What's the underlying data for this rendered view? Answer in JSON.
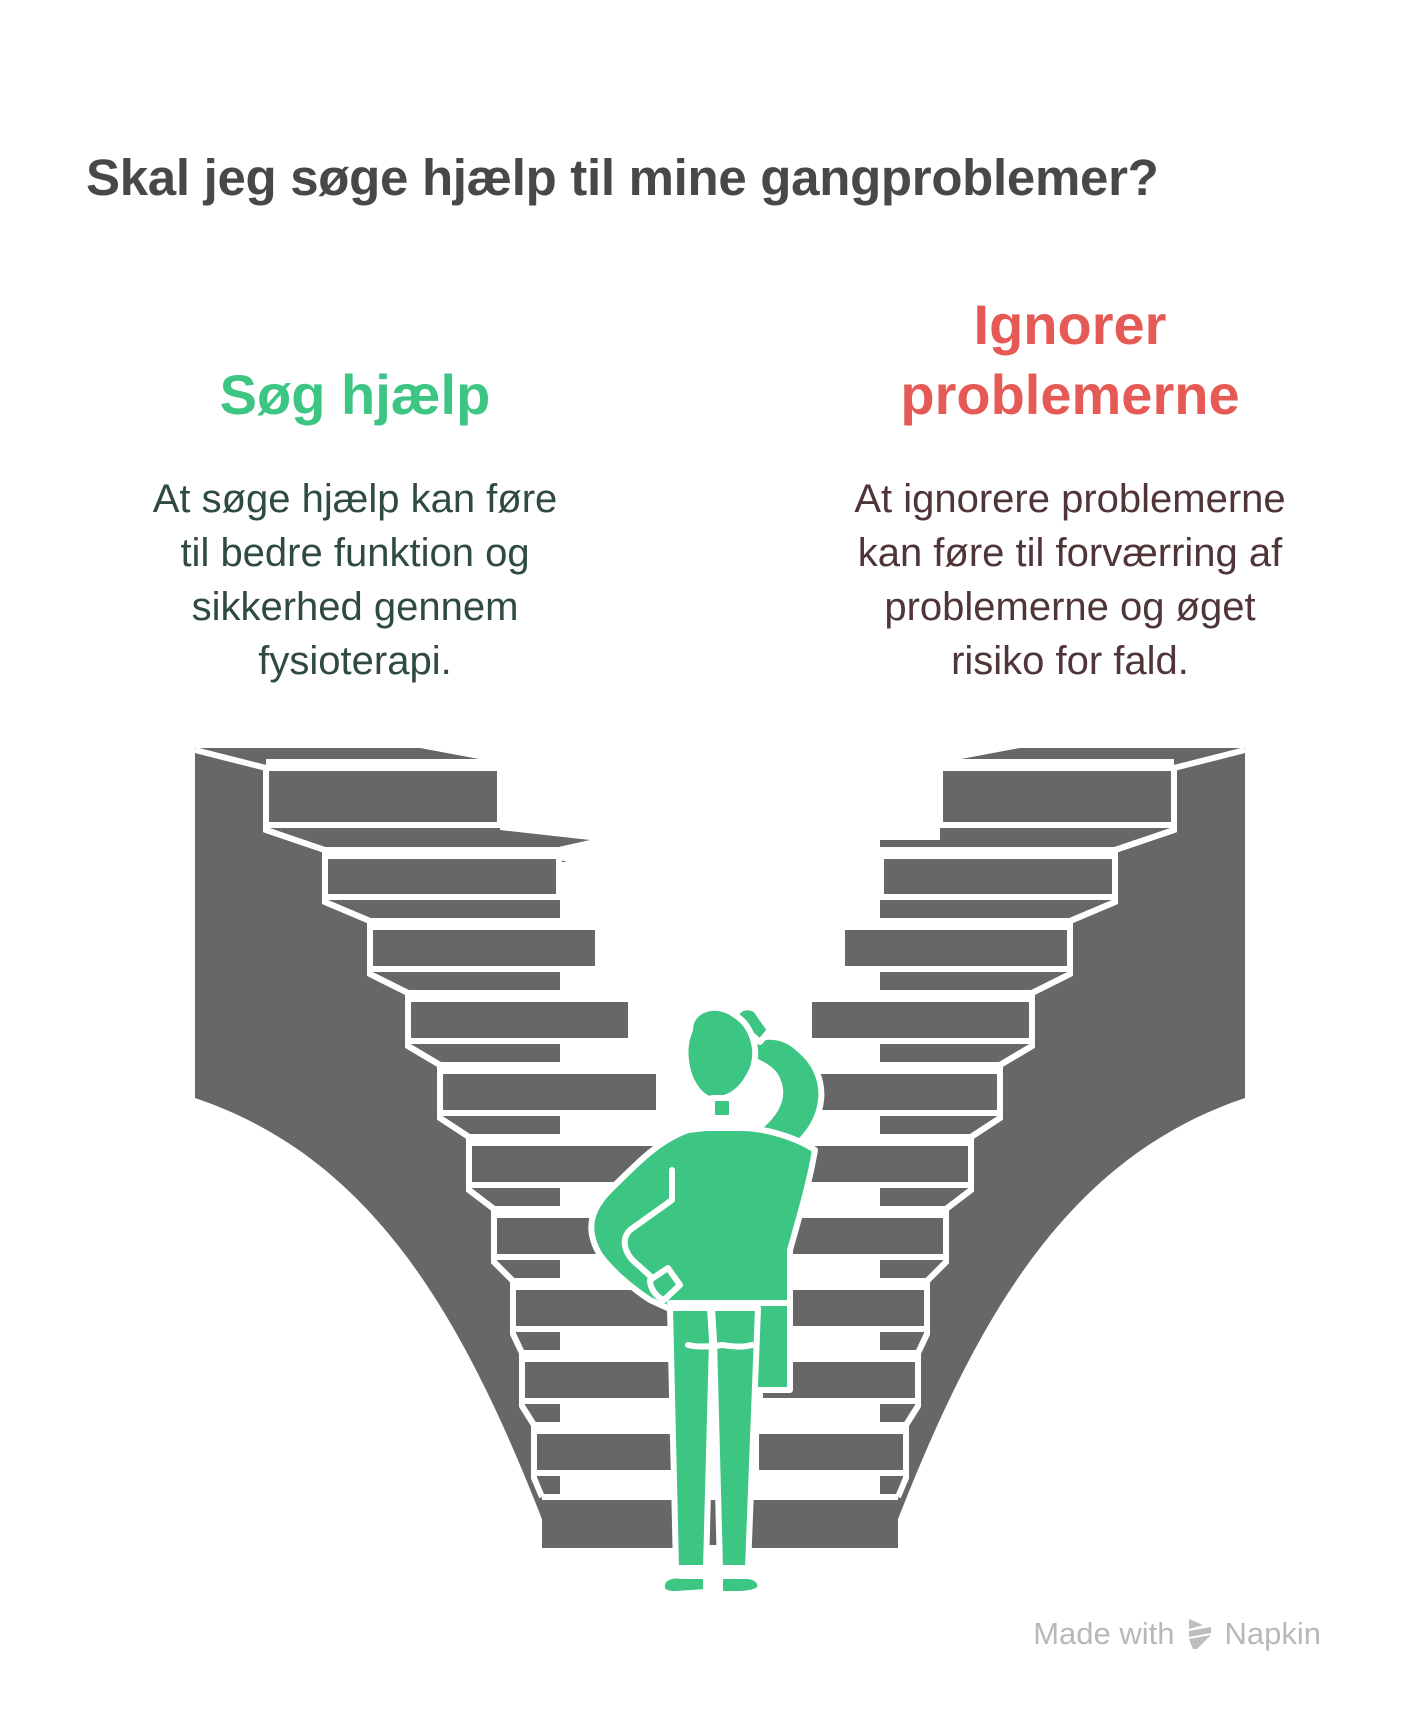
{
  "title": "Skal jeg søge hjælp til mine gangproblemer?",
  "options": {
    "left": {
      "heading": "Søg hjælp",
      "description_lines": [
        "At søge hjælp kan føre",
        "til bedre funktion og",
        "sikkerhed gennem",
        "fysioterapi."
      ],
      "accent_color": "#3dc583"
    },
    "right": {
      "heading_lines": [
        "Ignorer",
        "problemerne"
      ],
      "description_lines": [
        "At ignorere problemerne",
        "kan føre til forværring af",
        "problemerne og øget",
        "risiko for fald."
      ],
      "accent_color": "#e65a56"
    }
  },
  "illustration": {
    "description": "Person standing between two staircases",
    "stair_color": "#676767",
    "figure_color": "#3dc583"
  },
  "footer": {
    "made_with": "Made with",
    "brand": "Napkin"
  }
}
